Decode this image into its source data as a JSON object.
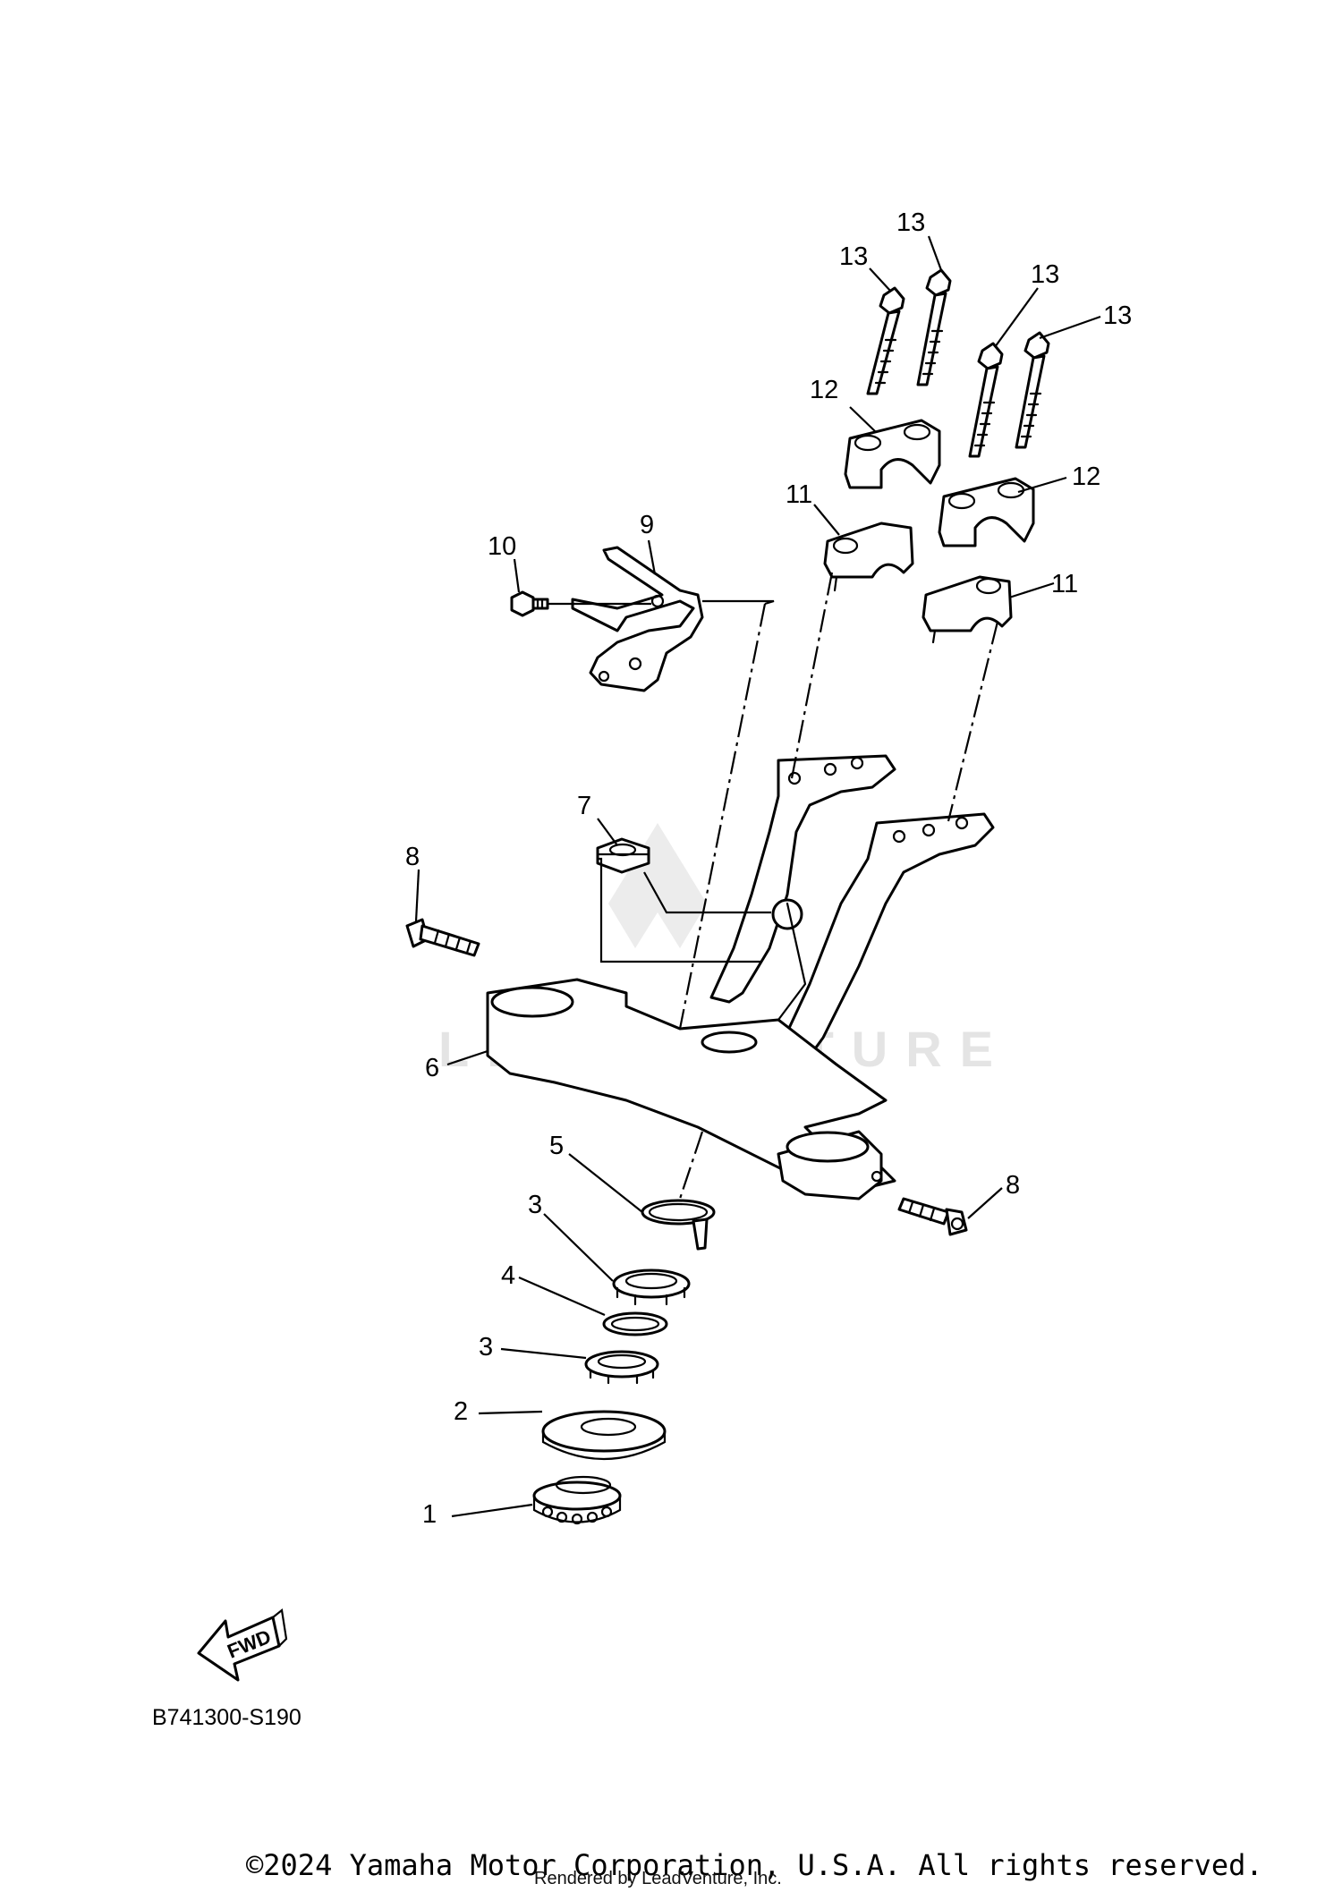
{
  "diagram": {
    "callouts": {
      "c1": "1",
      "c2": "2",
      "c3a": "3",
      "c3b": "3",
      "c4": "4",
      "c5": "5",
      "c6": "6",
      "c7": "7",
      "c8a": "8",
      "c8b": "8",
      "c9": "9",
      "c10": "10",
      "c11a": "11",
      "c11b": "11",
      "c12a": "12",
      "c12b": "12",
      "c13a": "13",
      "c13b": "13",
      "c13c": "13",
      "c13d": "13"
    },
    "fwd_label": "FWD",
    "reference_code": "B741300-S190",
    "watermark": "LEADVENTURE",
    "copyright": "©2024 Yamaha Motor Corporation, U.S.A. All rights reserved.",
    "rendered_by": "Rendered by LeadVenture, Inc."
  }
}
